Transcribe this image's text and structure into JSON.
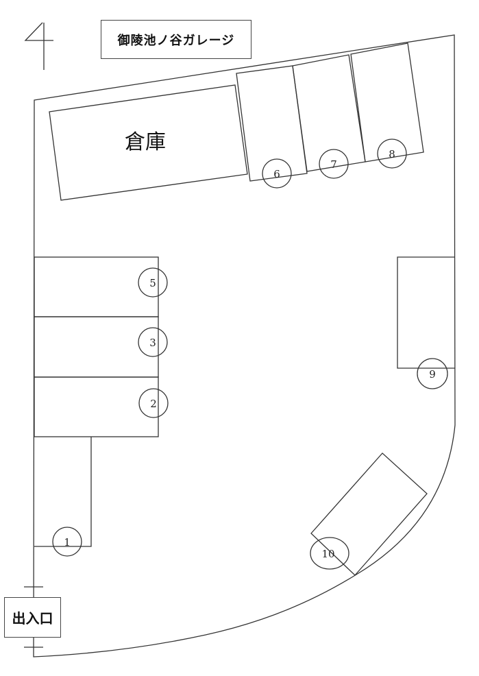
{
  "map": {
    "page_number": "4",
    "title": "御陵池ノ谷ガレージ",
    "warehouse_label": "倉庫",
    "entrance_label": "出入口",
    "stroke_color": "#333333",
    "background_color": "#ffffff"
  },
  "spaces": [
    {
      "id": "1",
      "label": "1"
    },
    {
      "id": "2",
      "label": "2"
    },
    {
      "id": "3",
      "label": "3"
    },
    {
      "id": "5",
      "label": "5"
    },
    {
      "id": "6",
      "label": "6"
    },
    {
      "id": "7",
      "label": "7"
    },
    {
      "id": "8",
      "label": "8"
    },
    {
      "id": "9",
      "label": "9"
    },
    {
      "id": "10",
      "label": "10"
    }
  ]
}
